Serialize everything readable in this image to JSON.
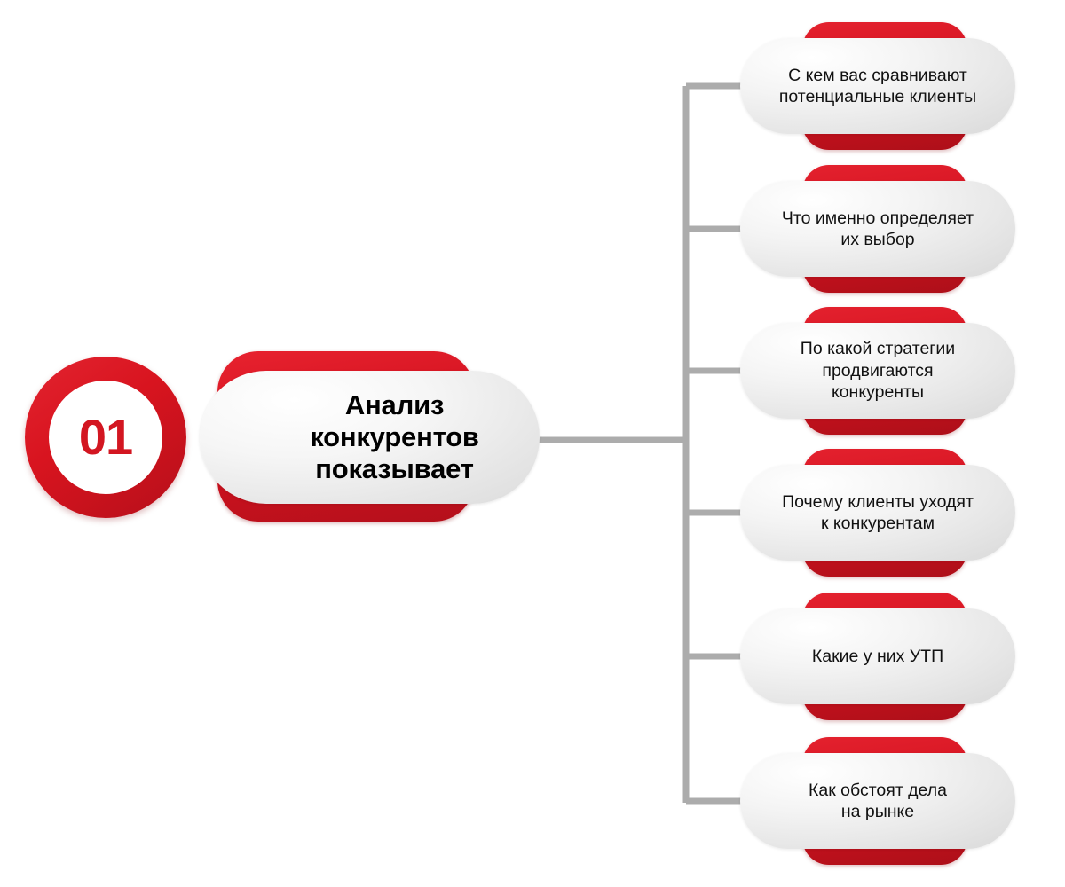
{
  "diagram": {
    "title": "Анализ конкурентов показывает",
    "type": "tree-mindmap",
    "colors": {
      "accent_red": "#D2121F",
      "accent_red_light": "#E4212E",
      "node_gray_light": "#FFFFFF",
      "node_gray_dark": "#D9D9D9",
      "connector_gray": "#ACACAC",
      "text_dark": "#111111",
      "background": "#FFFFFF"
    },
    "root": {
      "badge_number": "01",
      "label": "Анализ\nконкурентов\nпоказывает"
    },
    "branches": [
      {
        "label": "С кем вас сравнивают\nпотенциальные клиенты"
      },
      {
        "label": "Что именно определяет\nих выбор"
      },
      {
        "label": "По какой стратегии\nпродвигаются\nконкуренты"
      },
      {
        "label": "Почему клиенты уходят\nк конкурентам"
      },
      {
        "label": "Какие у них УТП"
      },
      {
        "label": "Как обстоят дела\nна рынке"
      }
    ]
  }
}
